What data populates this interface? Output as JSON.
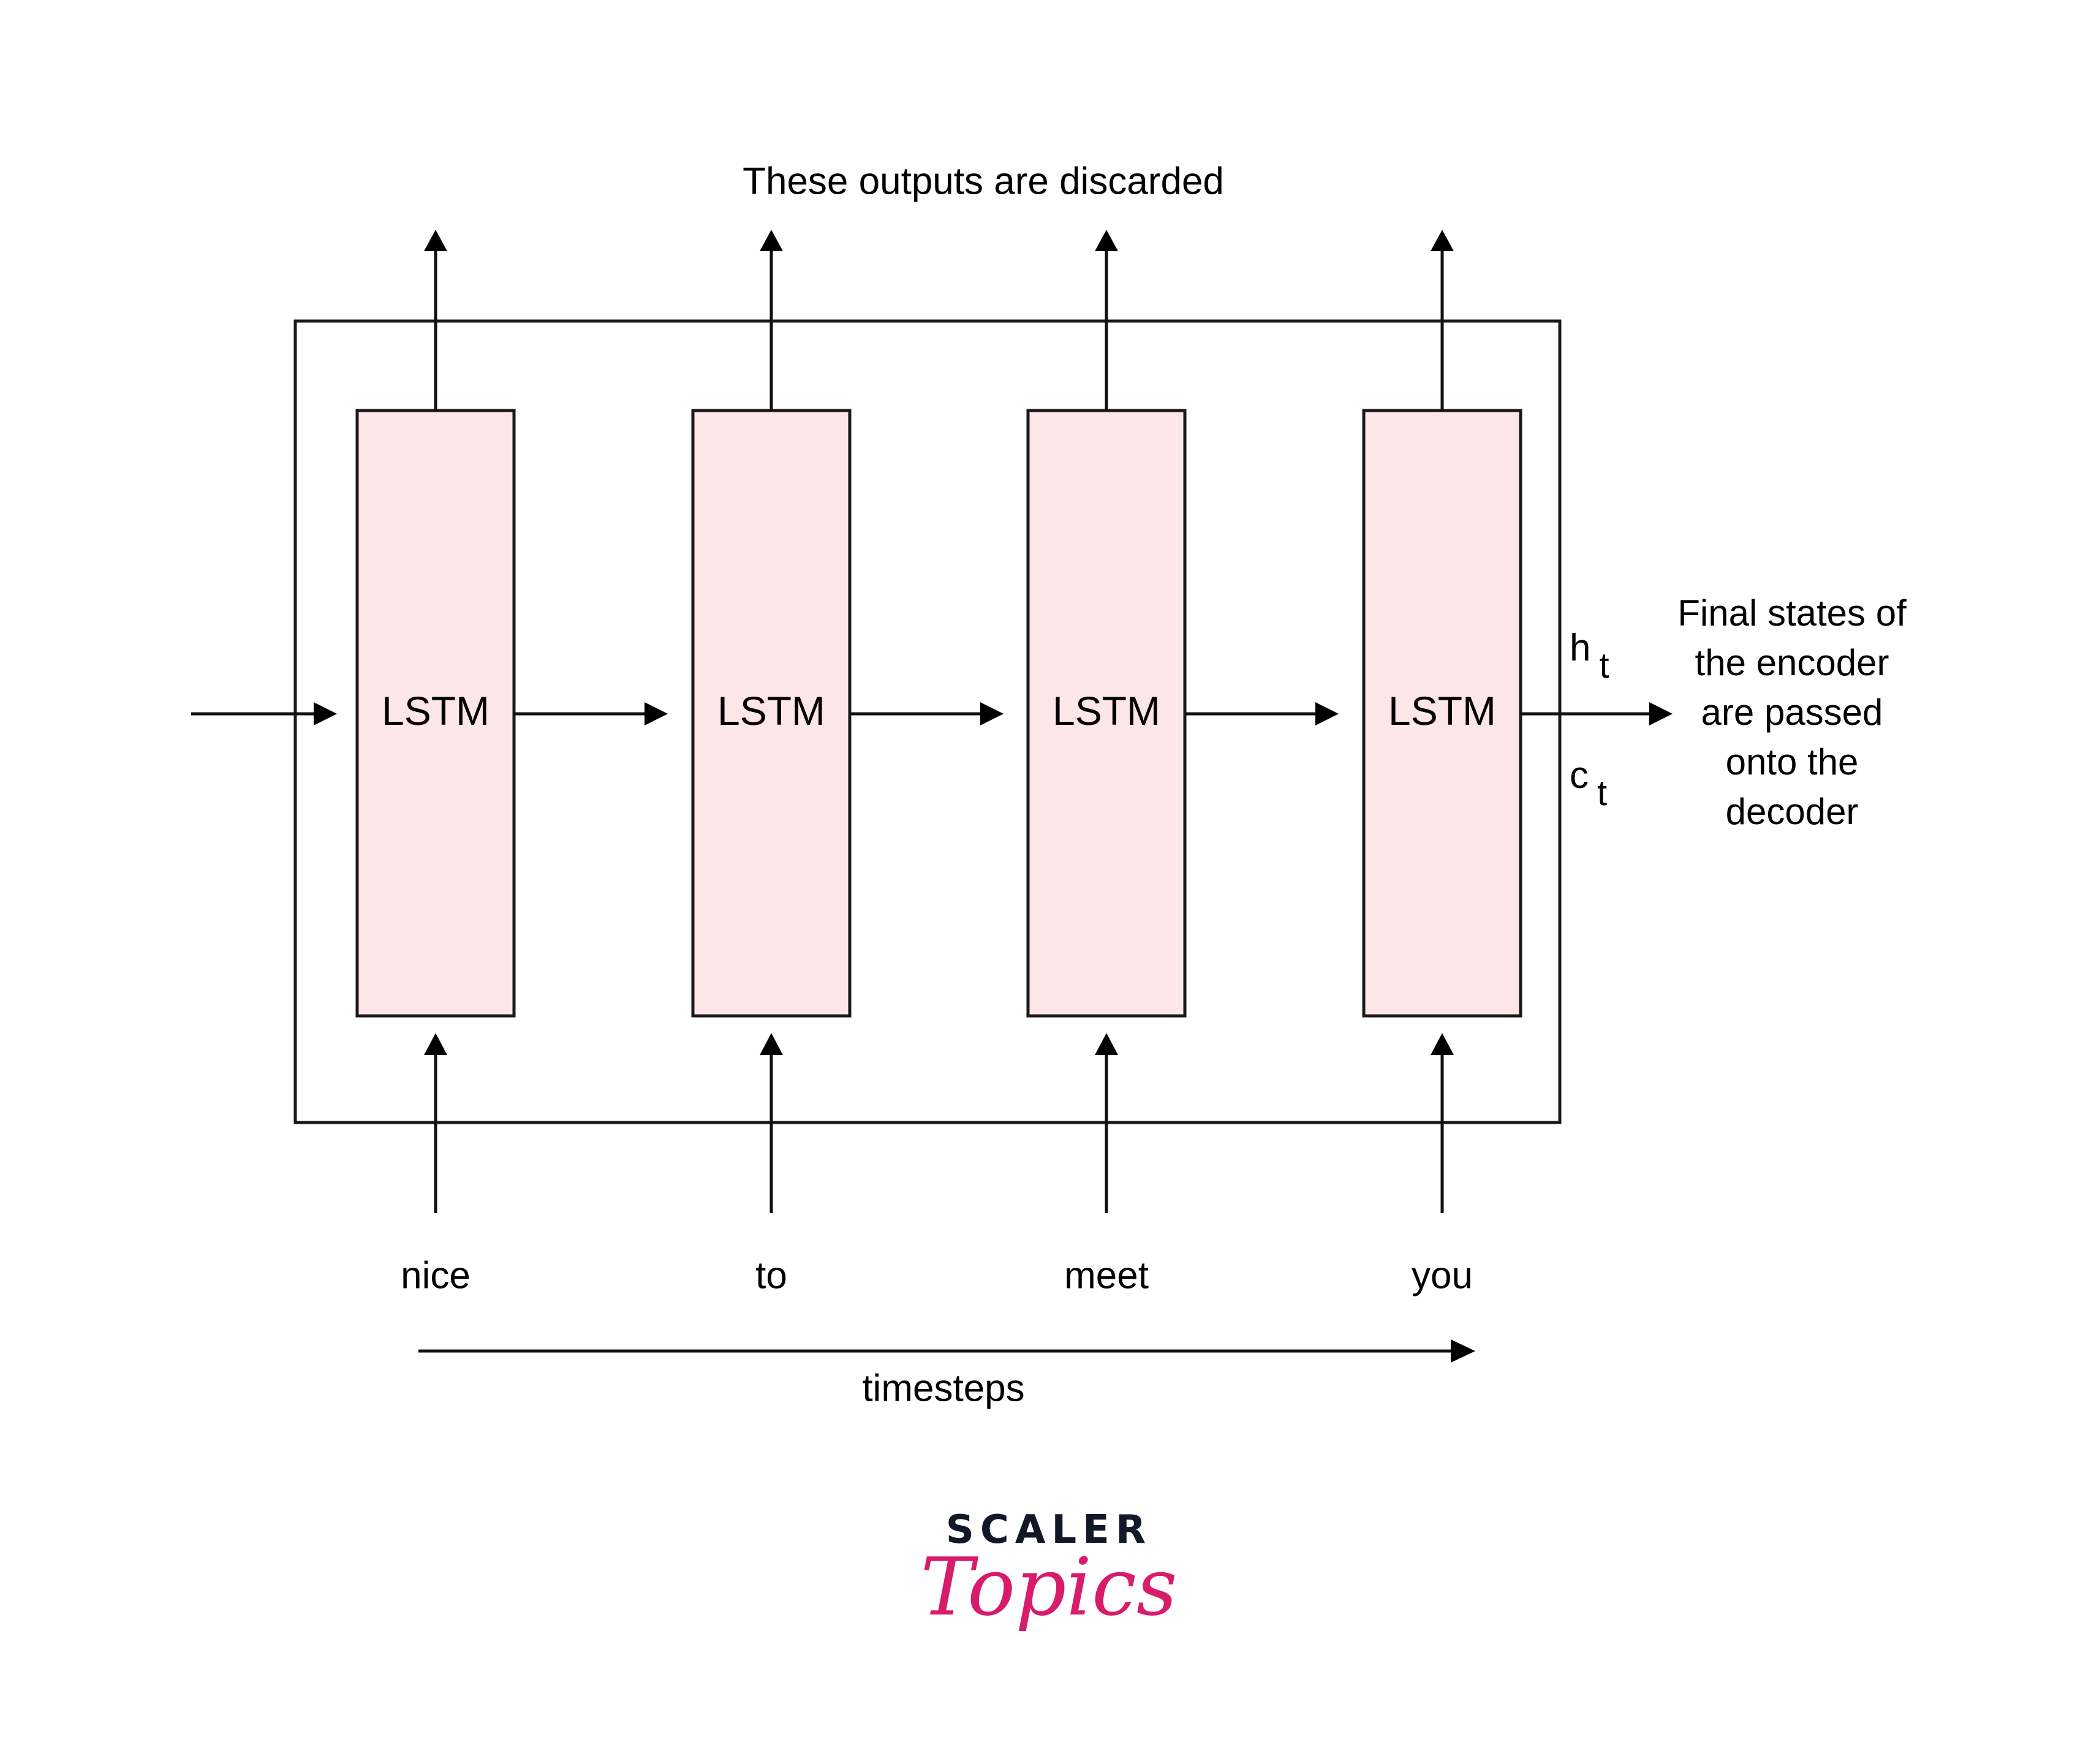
{
  "title": "These outputs are discarded",
  "cells": [
    {
      "label": "LSTM",
      "input": "nice"
    },
    {
      "label": "LSTM",
      "input": "to"
    },
    {
      "label": "LSTM",
      "input": "meet"
    },
    {
      "label": "LSTM",
      "input": "you"
    }
  ],
  "states": {
    "h": "h",
    "c": "c",
    "sub": "t"
  },
  "final_note": "Final states of\nthe encoder\nare passed\nonto the\ndecoder",
  "axis_label": "timesteps",
  "logo": {
    "line1": "SCALER",
    "line2": "Topics"
  },
  "colors": {
    "cell_fill": "#fde6e7",
    "stroke": "#1a1a1a",
    "logo_pink": "#d81b6a",
    "logo_dark": "#111827"
  }
}
